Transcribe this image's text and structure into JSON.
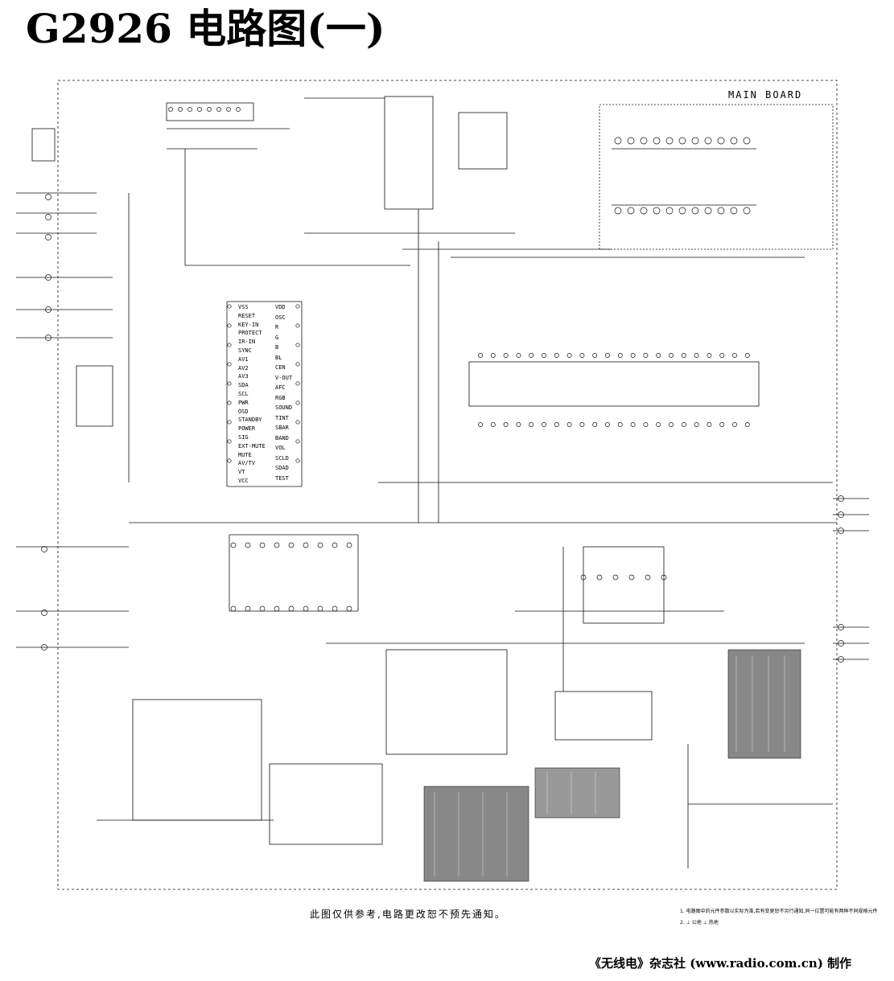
{
  "document": {
    "title": "G2926 电路图(一)",
    "board_label": "MAIN BOARD",
    "notice": "此图仅供参考,电路更改恕不预先通知。",
    "notes": [
      "1. 电路图中的元件参数以实际为准,若有变更恕不另行通知,同一位置可能有两种不同规格元件",
      "2. ⊥ 公地   ⊥ 热地"
    ],
    "credit": "《无线电》杂志社 (www.radio.com.cn) 制作"
  },
  "ic_pins": {
    "left": [
      "VSS",
      "RESET",
      "KEY-IN",
      "PROTECT",
      "IR-IN",
      "SYNC",
      "AV1",
      "AV2",
      "AV3",
      "SDA",
      "SCL",
      "PWR",
      "OSD",
      "STANDBY",
      "POWER",
      "SIG",
      "EXT-MUTE",
      "MUTE",
      "AV/TV",
      "VT",
      "VCC"
    ],
    "right": [
      "VDD",
      "OSC",
      "R",
      "G",
      "B",
      "BL",
      "CEN",
      "V-OUT",
      "AFC",
      "RGB",
      "SOUND",
      "TINT",
      "SBAR",
      "BAND",
      "VOL",
      "SCLD",
      "SDAD",
      "TEST"
    ]
  },
  "colors": {
    "ink": "#111111",
    "paper": "#ffffff"
  }
}
